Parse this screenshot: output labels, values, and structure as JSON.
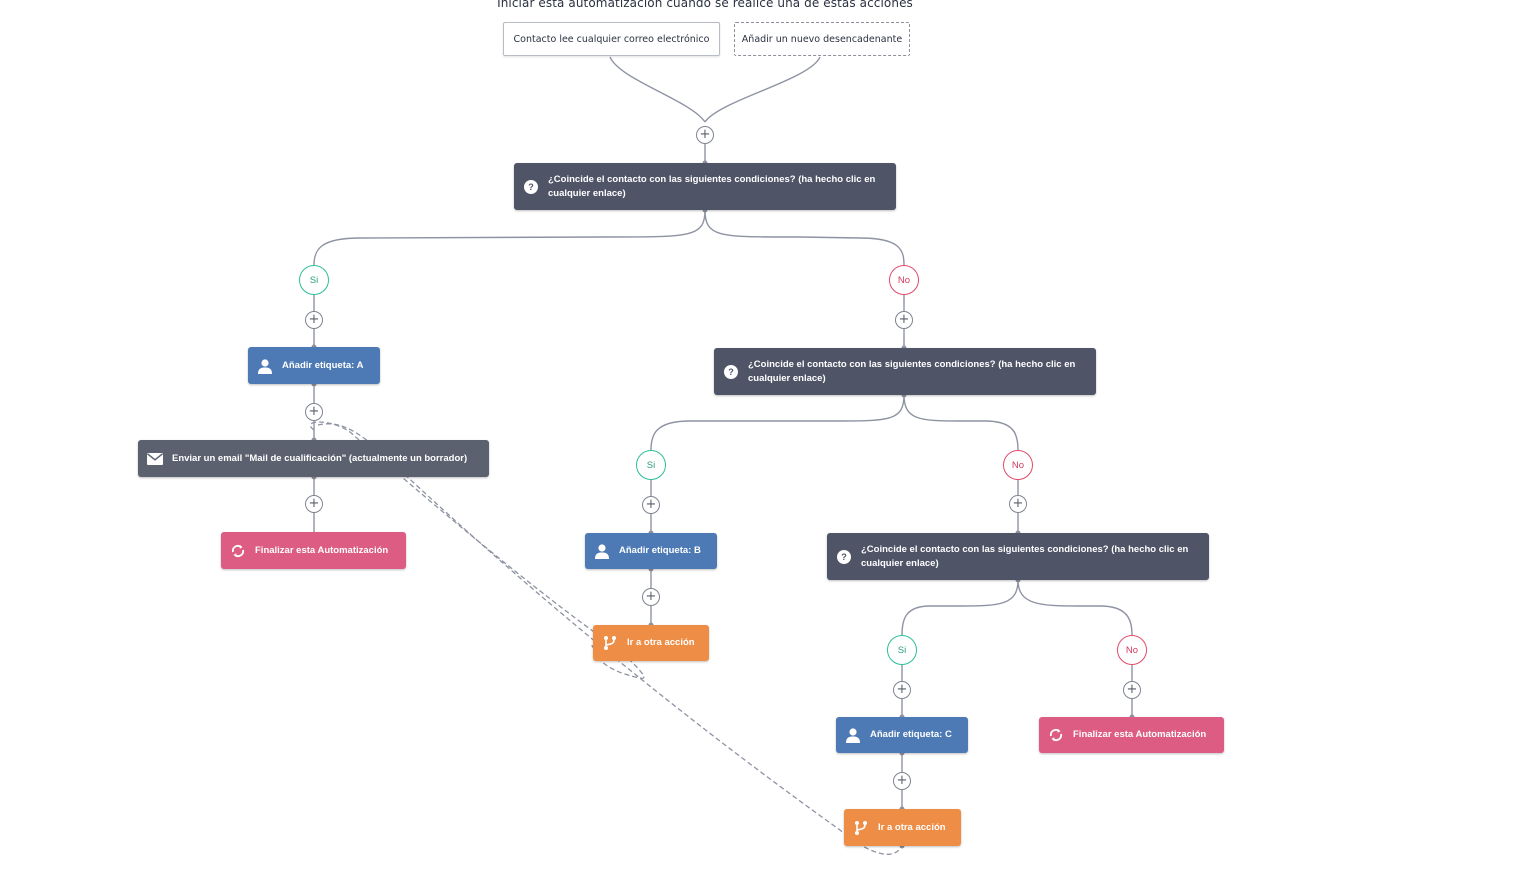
{
  "header": {
    "title": "Iniciar esta automatización cuando se realice una de estas acciones"
  },
  "triggers": [
    {
      "label": "Contacto lee cualquier correo electrónico"
    },
    {
      "label": "Añadir un nuevo desencadenante"
    }
  ],
  "conditions": [
    {
      "text": "¿Coincide el contacto con las siguientes condiciones? (ha hecho clic en cualquier enlace)"
    },
    {
      "text": "¿Coincide el contacto con las siguientes condiciones? (ha hecho clic en cualquier enlace)"
    },
    {
      "text": "¿Coincide el contacto con las siguientes condiciones? (ha hecho clic en cualquier enlace)"
    }
  ],
  "branches": {
    "yes": "Si",
    "no": "No"
  },
  "plus_symbol": "+",
  "question_symbol": "?",
  "actions": {
    "tag_a": "Añadir etiqueta: A",
    "email": "Enviar un email \"Mail de cualificación\" (actualmente un borrador)",
    "end_1": "Finalizar esta Automatización",
    "tag_b": "Añadir etiqueta: B",
    "goto_1": "Ir a otra acción",
    "tag_c": "Añadir etiqueta: C",
    "end_2": "Finalizar esta Automatización",
    "goto_2": "Ir a otra acción"
  },
  "icons": {
    "condition": "question-icon",
    "tag": "user-icon",
    "email": "envelope-icon",
    "end": "refresh-icon",
    "goto": "branch-arrow-icon"
  },
  "colors": {
    "condition": "#4f5467",
    "tag": "#4d7ab4",
    "email": "#5c6170",
    "end": "#dd5c84",
    "goto": "#ee8d46",
    "yes": "#2dbf9a",
    "no": "#e24a6b",
    "connector": "#8e93a2"
  }
}
